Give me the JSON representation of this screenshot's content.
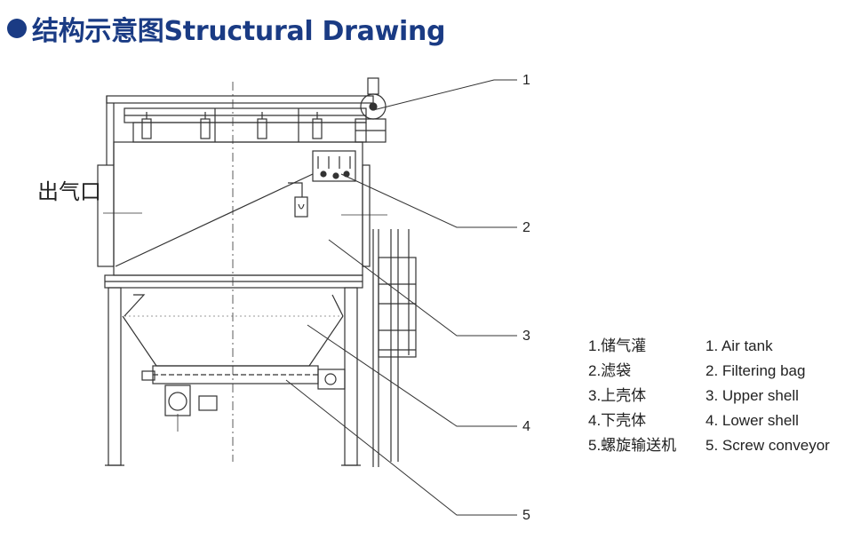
{
  "title": "结构示意图Structural Drawing",
  "outlet_label": "出气口",
  "callouts": [
    "1",
    "2",
    "3",
    "4",
    "5"
  ],
  "legend": [
    {
      "cn": "1.储气灌",
      "en": "1. Air tank"
    },
    {
      "cn": "2.滤袋",
      "en": "2. Filtering bag"
    },
    {
      "cn": "3.上壳体",
      "en": "3. Upper shell"
    },
    {
      "cn": "4.下壳体",
      "en": "4. Lower shell"
    },
    {
      "cn": "5.螺旋输送机",
      "en": "5. Screw conveyor"
    }
  ],
  "colors": {
    "title": "#1a3b84",
    "line": "#333333"
  }
}
